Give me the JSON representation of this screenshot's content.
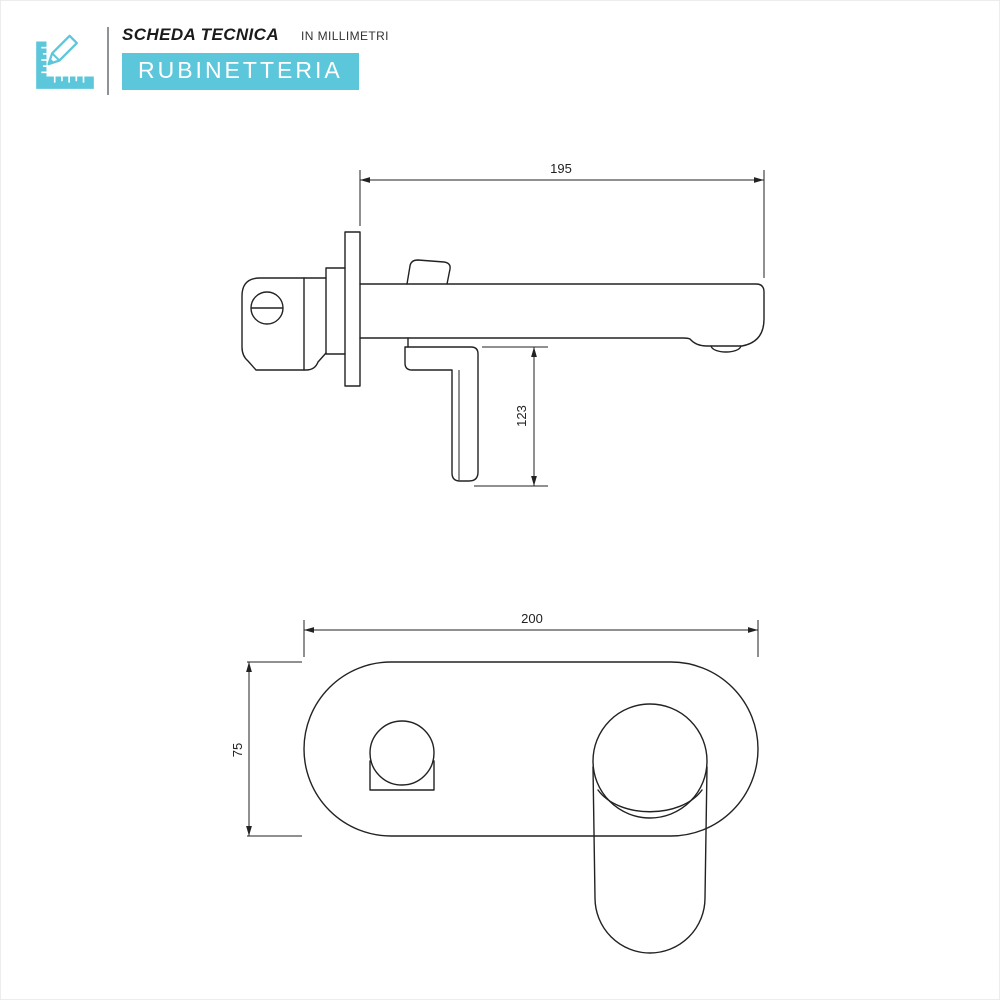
{
  "colors": {
    "accent": "#5cc7da",
    "line": "#222222",
    "divider": "#8e9396",
    "background": "#ffffff"
  },
  "header": {
    "icon": "square-ruler-pencil-icon",
    "title": "SCHEDA TECNICA",
    "unit_note": "IN MILLIMETRI",
    "badge": "RUBINETTERIA"
  },
  "drawings": {
    "side_view": {
      "dim_spout_length_mm": "195",
      "dim_handle_drop_mm": "123"
    },
    "front_view": {
      "dim_plate_width_mm": "200",
      "dim_plate_height_mm": "75"
    }
  }
}
